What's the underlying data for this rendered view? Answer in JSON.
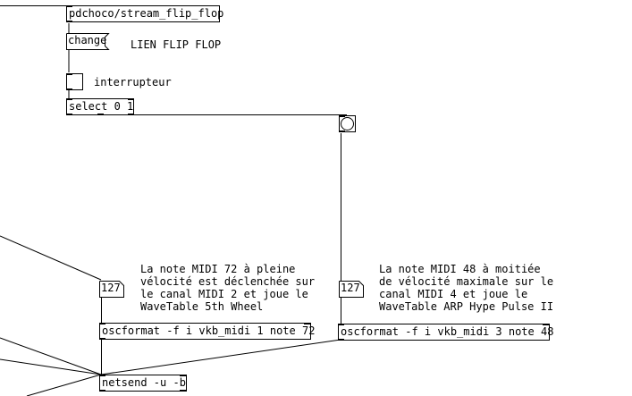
{
  "patch": {
    "objects": {
      "stream_flip_flop": "pdchoco/stream_flip_flop",
      "select": "select 0 1",
      "oscformat_left": "oscformat -f i vkb_midi 1 note 72",
      "oscformat_right": "oscformat -f i vkb_midi 3 note 48",
      "netsend": "netsend -u -b"
    },
    "messages": {
      "change": "change"
    },
    "atoms": {
      "left_number": "127",
      "right_number": "127"
    },
    "comments": {
      "lien_flip_flop": "LIEN FLIP FLOP",
      "interrupteur": "interrupteur",
      "note_72": "La note MIDI 72 à pleine\nvélocité est déclenchée sur\nle canal MIDI 2 et joue le\nWaveTable 5th Wheel",
      "note_48": "La note MIDI 48 à moitiée\nde vélocité maximale sur le\ncanal MIDI 4 et joue le\nWaveTable ARP Hype Pulse II"
    }
  }
}
